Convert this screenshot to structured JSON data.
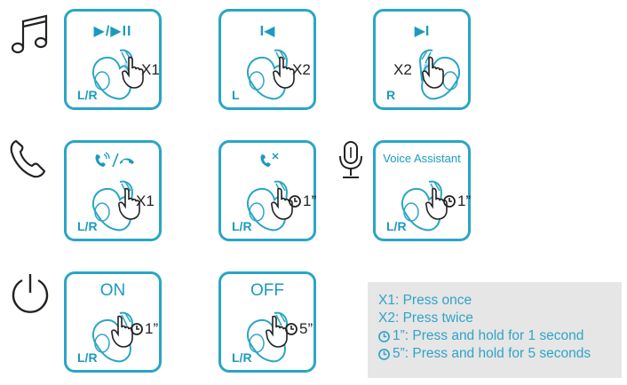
{
  "cards": {
    "play": {
      "top": "▶/▶II",
      "action": "X1",
      "side": "L/R"
    },
    "prev": {
      "top": "I◀",
      "action": "X2",
      "side": "L"
    },
    "next": {
      "top": "▶I",
      "action": "X2",
      "side": "R"
    },
    "call": {
      "top": "",
      "action": "X1",
      "side": "L/R"
    },
    "reject": {
      "top": "",
      "action": "1”",
      "side": "L/R"
    },
    "voice": {
      "top": "Voice Assistant",
      "action": "1”",
      "side": "L/R"
    },
    "on": {
      "top": "ON",
      "action": "1”",
      "side": "L/R"
    },
    "off": {
      "top": "OFF",
      "action": "5”",
      "side": "L/R"
    }
  },
  "legend": {
    "x1": "X1: Press once",
    "x2": "X2: Press twice",
    "hold1": "1”: Press and hold for 1 second",
    "hold5": "5”: Press and hold for 5 seconds"
  },
  "colors": {
    "accent": "#2aa5c6",
    "legend_bg": "#e6e6e6"
  },
  "icons": [
    "music-icon",
    "phone-icon",
    "microphone-icon",
    "power-icon",
    "clock-icon",
    "earbud-icon",
    "hand-pointer-icon"
  ]
}
